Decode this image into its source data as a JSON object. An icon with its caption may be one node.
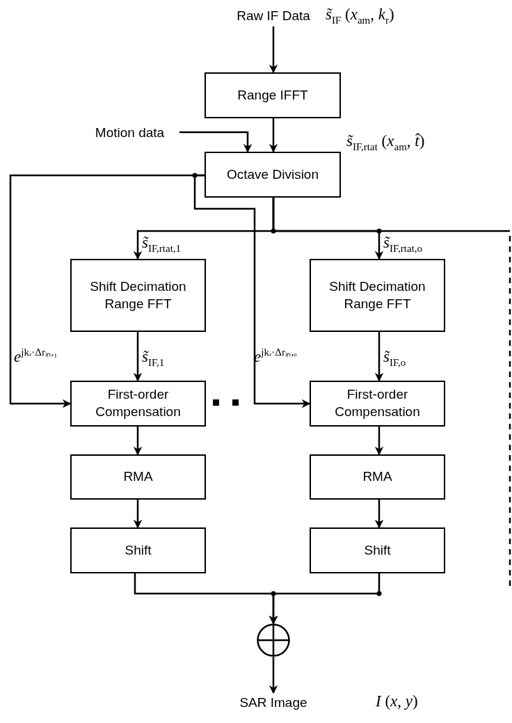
{
  "diagram": {
    "nodes": [
      {
        "text": [
          "Raw IF Data"
        ],
        "beside": [
          "*s̃*$_{IF}$ (*x*$_{am}$, *k*$_{r}$)"
        ]
      },
      {
        "text": [
          "Range IFFT"
        ]
      },
      {
        "text": [
          "Motion data"
        ]
      },
      {
        "text": [
          "Octave Division"
        ]
      },
      {
        "text": [
          "Shift Decimation Range FFT"
        ]
      },
      {
        "text": [
          "First-order Compensation"
        ]
      },
      {
        "text": [
          "RMA"
        ]
      },
      {
        "text": [
          "Shift"
        ]
      },
      {
        "text": [
          "Shift Decimation Range FFT"
        ]
      },
      {
        "text": [
          "First-order Compensation"
        ]
      },
      {
        "text": [
          "RMA"
        ]
      },
      {
        "text": [
          "Shift"
        ]
      },
      {
        "text": [],
        "shape": "circle"
      },
      {
        "text": [
          "SAR Image"
        ],
        "beside": [
          "*I* (*x*, *y*)"
        ]
      }
    ],
    "edges": [
      {
        "from": 0,
        "to": 1,
        "arrow": "to"
      },
      {
        "from": 1,
        "to": 3,
        "arrow": "to",
        "label": "*s̃*$_{IF,rtat}$ (*x*$_{am}$, *t̂*)"
      },
      {
        "from": 2,
        "to": 3,
        "arrow": "to"
      },
      {
        "from": 3,
        "to": 4,
        "arrow": "to",
        "label": "*s̃*$_{IF,rtat,1}$"
      },
      {
        "from": 3,
        "to": 8,
        "arrow": "to",
        "label": "*s̃*$_{IF,rtat,o}$"
      },
      {
        "from": 3,
        "to": 12,
        "arrow": "to",
        "style": "dashed"
      },
      {
        "from": 3,
        "to": 5,
        "arrow": "to",
        "label": "*e*$^{jkᵣ·Δrᵢₙ,₁}$"
      },
      {
        "from": 3,
        "to": 9,
        "arrow": "to",
        "label": "*e*$^{jkᵣ·Δrᵢₙ,ₒ}$"
      },
      {
        "from": 4,
        "to": 5,
        "arrow": "to",
        "label": "*s̃*$_{IF,1}$"
      },
      {
        "from": 5,
        "to": 6,
        "arrow": "to"
      },
      {
        "from": 6,
        "to": 7,
        "arrow": "to"
      },
      {
        "from": 8,
        "to": 9,
        "arrow": "to",
        "label": "*s̃*$_{IF,o}$"
      },
      {
        "from": 9,
        "to": 10,
        "arrow": "to"
      },
      {
        "from": 10,
        "to": 11,
        "arrow": "to"
      },
      {
        "from": 7,
        "to": 12,
        "arrow": "to"
      },
      {
        "from": 11,
        "to": 12,
        "arrow": "to"
      },
      {
        "from": 12,
        "to": 13,
        "arrow": "to"
      }
    ]
  }
}
